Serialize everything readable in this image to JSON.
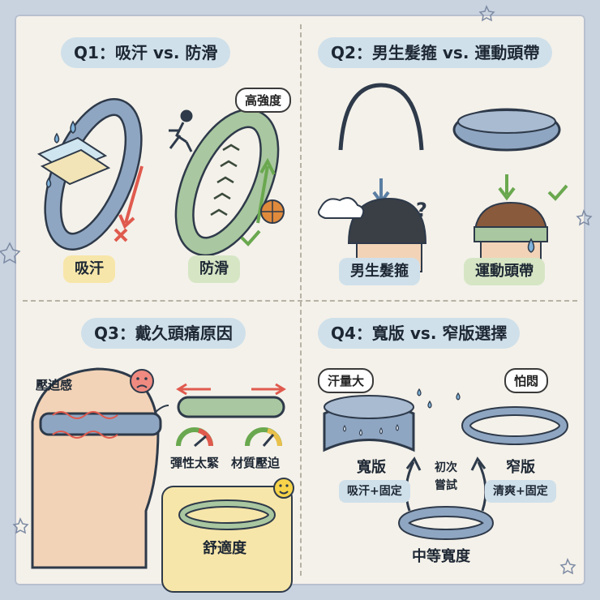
{
  "q1": {
    "title": "Q1：吸汗 vs. 防滑",
    "label_sweat": "吸汗",
    "label_grip": "防滑",
    "bubble": "高強度"
  },
  "q2": {
    "title": "Q2：男生髮箍 vs. 運動頭帶",
    "label_hairband": "男生髮箍",
    "label_headband": "運動頭帶"
  },
  "q3": {
    "title": "Q3：戴久頭痛原因",
    "pressure": "壓迫感",
    "elastic_tight": "彈性太緊",
    "material_pressure": "材質壓迫",
    "comfort": "舒適度"
  },
  "q4": {
    "title": "Q4：寬版 vs. 窄版選擇",
    "bubble_sweat": "汗量大",
    "bubble_stuffy": "怕悶",
    "wide": "寬版",
    "wide_tag": "吸汗+固定",
    "narrow": "窄版",
    "narrow_tag": "清爽+固定",
    "first_try": "初次嘗試",
    "medium": "中等寬度"
  },
  "colors": {
    "pill_blue": "#cfe0ea",
    "pill_yellow": "#f7e6a9",
    "pill_green": "#d6e6c5",
    "band_blue": "#8fa6c2",
    "band_green": "#a9c7a0",
    "accent_red": "#e05a4e",
    "accent_green": "#6aa84f"
  }
}
